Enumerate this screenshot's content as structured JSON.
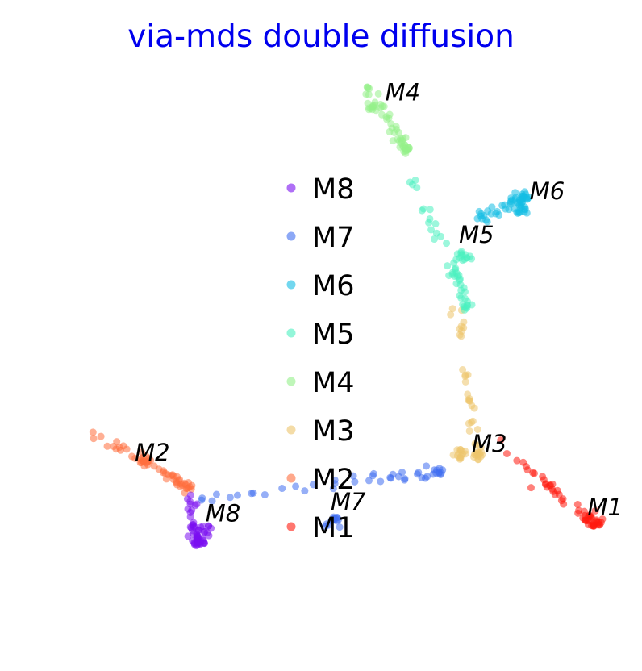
{
  "chart_data": {
    "type": "scatter",
    "title": "via-mds double diffusion",
    "xlabel": "",
    "ylabel": "",
    "grid": false,
    "axes_visible": false,
    "legend": {
      "placement": "center-left",
      "entries": [
        "M8",
        "M7",
        "M6",
        "M5",
        "M4",
        "M3",
        "M2",
        "M1"
      ]
    },
    "series": [
      {
        "name": "M1",
        "color": "#ff1a0f",
        "center": [
          0.84,
          -0.63
        ],
        "segment": {
          "from": [
            0.55,
            -0.37
          ],
          "to": [
            0.86,
            -0.66
          ]
        }
      },
      {
        "name": "M2",
        "color": "#ff6e3d",
        "center": [
          -0.55,
          -0.43
        ],
        "segment": {
          "from": [
            -0.73,
            -0.33
          ],
          "to": [
            -0.41,
            -0.53
          ]
        }
      },
      {
        "name": "M3",
        "color": "#ecc46c",
        "center": [
          0.43,
          -0.41
        ],
        "segment": {
          "from": [
            0.42,
            0.11
          ],
          "to": [
            0.49,
            -0.42
          ]
        }
      },
      {
        "name": "M4",
        "color": "#95f08b",
        "center": [
          0.16,
          0.79
        ],
        "segment": {
          "from": [
            0.14,
            0.86
          ],
          "to": [
            0.27,
            0.64
          ]
        }
      },
      {
        "name": "M5",
        "color": "#4bf0c0",
        "center": [
          0.44,
          0.27
        ],
        "segment": {
          "from": [
            0.27,
            0.59
          ],
          "to": [
            0.46,
            0.1
          ]
        }
      },
      {
        "name": "M6",
        "color": "#14bde4",
        "center": [
          0.62,
          0.43
        ],
        "segment": {
          "from": [
            0.49,
            0.4
          ],
          "to": [
            0.64,
            0.48
          ]
        }
      },
      {
        "name": "M7",
        "color": "#3f6ef0",
        "center": [
          0.04,
          -0.64
        ],
        "segment": {
          "from": [
            -0.38,
            -0.57
          ],
          "to": [
            0.37,
            -0.47
          ]
        }
      },
      {
        "name": "M8",
        "color": "#7a0ff0",
        "center": [
          -0.37,
          -0.67
        ],
        "segment": {
          "from": [
            -0.41,
            -0.54
          ],
          "to": [
            -0.38,
            -0.72
          ]
        }
      }
    ],
    "annotations": [
      {
        "text": "M1",
        "x": 0.83,
        "y": -0.62
      },
      {
        "text": "M2",
        "x": -0.58,
        "y": -0.43
      },
      {
        "text": "M3",
        "x": 0.47,
        "y": -0.4
      },
      {
        "text": "M4",
        "x": 0.2,
        "y": 0.81
      },
      {
        "text": "M5",
        "x": 0.43,
        "y": 0.32
      },
      {
        "text": "M6",
        "x": 0.65,
        "y": 0.47
      },
      {
        "text": "M7",
        "x": 0.03,
        "y": -0.6
      },
      {
        "text": "M8",
        "x": -0.36,
        "y": -0.64
      }
    ]
  }
}
